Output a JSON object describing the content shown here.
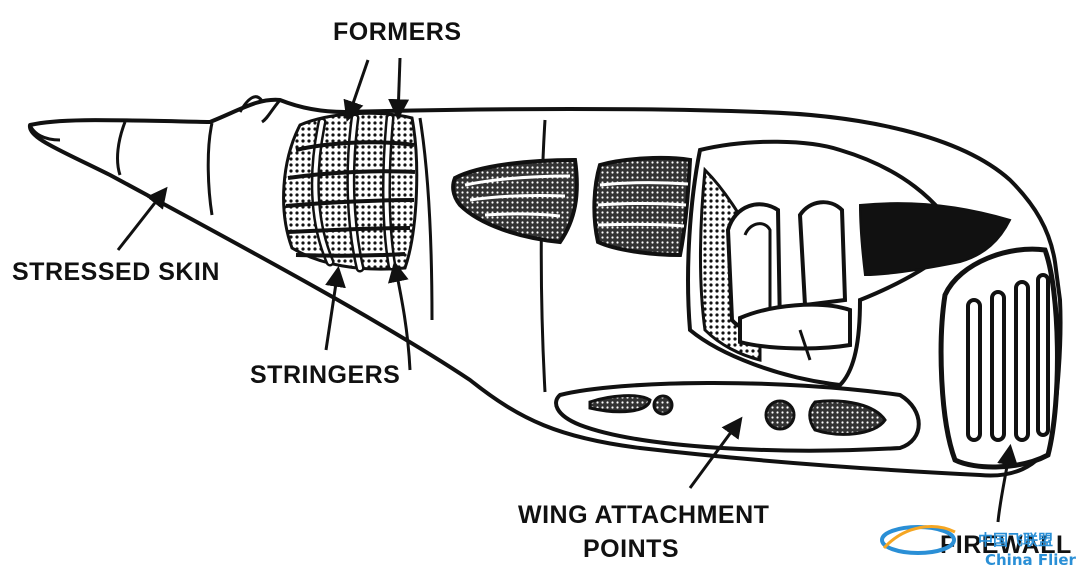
{
  "labels": {
    "formers": "FORMERS",
    "stressed_skin": "STRESSED SKIN",
    "stringers": "STRINGERS",
    "wing_attachment_line1": "WING ATTACHMENT",
    "wing_attachment_line2": "POINTS",
    "firewall": "FIREWALL"
  },
  "watermark": {
    "text_cn": "中国飞联盟",
    "text_en": "China Flier"
  },
  "colors": {
    "ink": "#111111",
    "paper": "#ffffff",
    "watermark": "#2a8fd6",
    "watermark_accent": "#f5a623"
  }
}
